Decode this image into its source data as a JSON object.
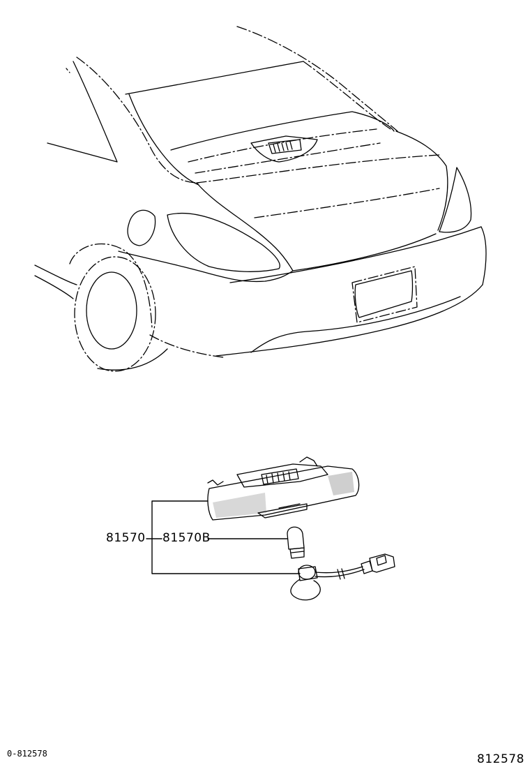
{
  "callouts": {
    "assembly_part_no": "81570",
    "bulb_part_no": "81570B"
  },
  "footer": {
    "left_code": "0-812578",
    "right_code": "812578"
  },
  "colors": {
    "line": "#000000",
    "background": "#ffffff"
  }
}
